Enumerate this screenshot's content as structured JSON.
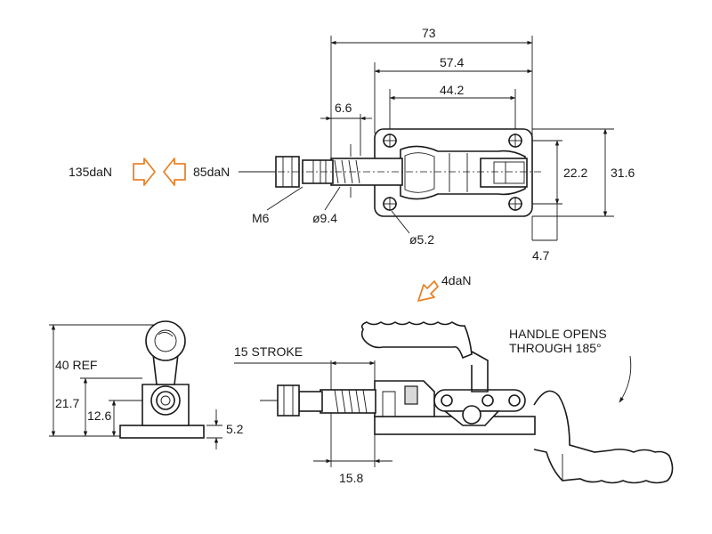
{
  "dimensions": {
    "overall_length": "73",
    "hole_span_outer": "57.4",
    "hole_span_inner": "44.2",
    "plunger_offset": "6.6",
    "hole_pitch_vertical": "22.2",
    "base_height": "31.6",
    "edge_offset": "4.7",
    "thread": "M6",
    "plunger_diameter": "ø9.4",
    "hole_diameter": "ø5.2",
    "ref_height": "40 REF",
    "handle_axis_height": "21.7",
    "plunger_axis_height": "12.6",
    "base_thickness": "5.2",
    "stroke": "15 STROKE",
    "stroke_offset": "15.8"
  },
  "forces": {
    "push_force": "135daN",
    "pull_force": "85daN",
    "handle_force": "4daN"
  },
  "notes": {
    "handle_line1": "HANDLE OPENS",
    "handle_line2": "THROUGH 185°"
  },
  "colors": {
    "force_arrow": "#e8832a",
    "line": "#1a1a1a"
  }
}
